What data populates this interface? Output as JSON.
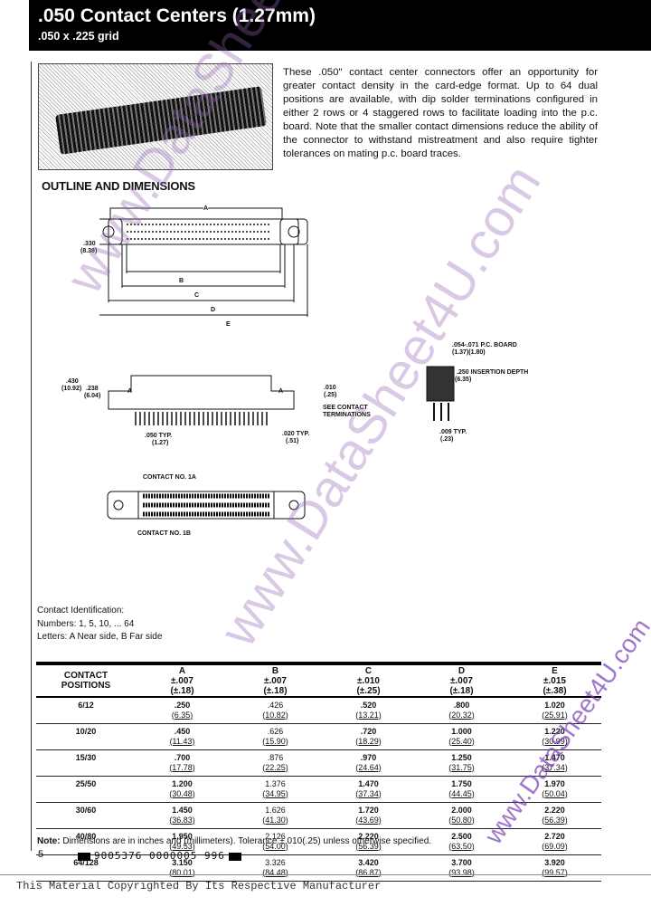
{
  "header": {
    "title": ".050 Contact Centers (1.27mm)",
    "subtitle": ".050 x .225 grid"
  },
  "intro": "These .050\" contact center connectors offer an opportunity for greater contact density in the card-edge format. Up to 64 dual positions are available, with dip solder terminations configured in either 2 rows or 4 staggered rows to facilitate loading into the p.c. board. Note that the smaller contact dimensions reduce the ability of the connector to withstand mistreatment and also require tighter tolerances on mating p.c. board traces.",
  "section_title": "OUTLINE AND DIMENSIONS",
  "drawing_labels": {
    "a": "A",
    "b": "B",
    "c": "C",
    "d": "D",
    "e": "E",
    "h330": ".330",
    "h330mm": "(8.38)",
    "h430": ".430",
    "h430mm": "(10.92)",
    "h238": ".238",
    "h238mm": "(6.04)",
    "t010": ".010",
    "t010mm": "(.25)",
    "see_term": "SEE CONTACT",
    "see_term2": "TERMINATIONS",
    "p050": ".050 TYP.",
    "p050mm": "(1.27)",
    "p020": ".020 TYP.",
    "p020mm": "(.51)",
    "board": ".054-.071 P.C. BOARD",
    "boardmm": "(1.37)(1.80)",
    "depth": ".250 INSERTION DEPTH",
    "depthmm": "(6.35)",
    "p009": ".009 TYP.",
    "p009mm": "(.23)",
    "side": "A",
    "c1a": "CONTACT NO. 1A",
    "c1b": "CONTACT NO. 1B"
  },
  "contact_id": {
    "title": "Contact Identification:",
    "numbers": "Numbers: 1, 5, 10, ... 64",
    "letters": "Letters:    A Near side, B Far side"
  },
  "table": {
    "headers": [
      {
        "l1": "CONTACT",
        "l2": "POSITIONS",
        "l3": ""
      },
      {
        "l1": "A",
        "l2": "±.007",
        "l3": "(±.18)"
      },
      {
        "l1": "B",
        "l2": "±.007",
        "l3": "(±.18)"
      },
      {
        "l1": "C",
        "l2": "±.010",
        "l3": "(±.25)"
      },
      {
        "l1": "D",
        "l2": "±.007",
        "l3": "(±.18)"
      },
      {
        "l1": "E",
        "l2": "±.015",
        "l3": "(±.38)"
      }
    ],
    "rows": [
      {
        "pos": "6/12",
        "v": [
          [
            ".250",
            "(6.35)"
          ],
          [
            ".426",
            "(10.82)"
          ],
          [
            ".520",
            "(13.21)"
          ],
          [
            ".800",
            "(20.32)"
          ],
          [
            "1.020",
            "(25.91)"
          ]
        ]
      },
      {
        "pos": "10/20",
        "v": [
          [
            ".450",
            "(11.43)"
          ],
          [
            ".626",
            "(15.90)"
          ],
          [
            ".720",
            "(18.29)"
          ],
          [
            "1.000",
            "(25.40)"
          ],
          [
            "1.220",
            "(30.99)"
          ]
        ]
      },
      {
        "pos": "15/30",
        "v": [
          [
            ".700",
            "(17.78)"
          ],
          [
            ".876",
            "(22.25)"
          ],
          [
            ".970",
            "(24.64)"
          ],
          [
            "1.250",
            "(31.75)"
          ],
          [
            "1.470",
            "(37.34)"
          ]
        ]
      },
      {
        "pos": "25/50",
        "v": [
          [
            "1.200",
            "(30.48)"
          ],
          [
            "1.376",
            "(34.95)"
          ],
          [
            "1.470",
            "(37.34)"
          ],
          [
            "1.750",
            "(44.45)"
          ],
          [
            "1.970",
            "(50.04)"
          ]
        ]
      },
      {
        "pos": "30/60",
        "v": [
          [
            "1.450",
            "(36.83)"
          ],
          [
            "1.626",
            "(41.30)"
          ],
          [
            "1.720",
            "(43.69)"
          ],
          [
            "2.000",
            "(50.80)"
          ],
          [
            "2.220",
            "(56.39)"
          ]
        ]
      },
      {
        "pos": "40/80",
        "v": [
          [
            "1.950",
            "(49.53)"
          ],
          [
            "2.126",
            "(54.00)"
          ],
          [
            "2.220",
            "(56.39)"
          ],
          [
            "2.500",
            "(63.50)"
          ],
          [
            "2.720",
            "(69.09)"
          ]
        ]
      },
      {
        "pos": "64/128",
        "v": [
          [
            "3.150",
            "(80.01)"
          ],
          [
            "3.326",
            "(84.48)"
          ],
          [
            "3.420",
            "(86.87)"
          ],
          [
            "3.700",
            "(93.98)"
          ],
          [
            "3.920",
            "(99.57)"
          ]
        ]
      }
    ]
  },
  "note_label": "Note:",
  "note": " Dimensions are in inches and (millimeters).  Tolerance ±.010(.25) unless otherwise specified.",
  "page_number": "5",
  "barcode": "9005376 0000005 996",
  "footer": "This Material Copyrighted By Its Respective Manufacturer",
  "watermark": "www.DataSheet4U.com"
}
